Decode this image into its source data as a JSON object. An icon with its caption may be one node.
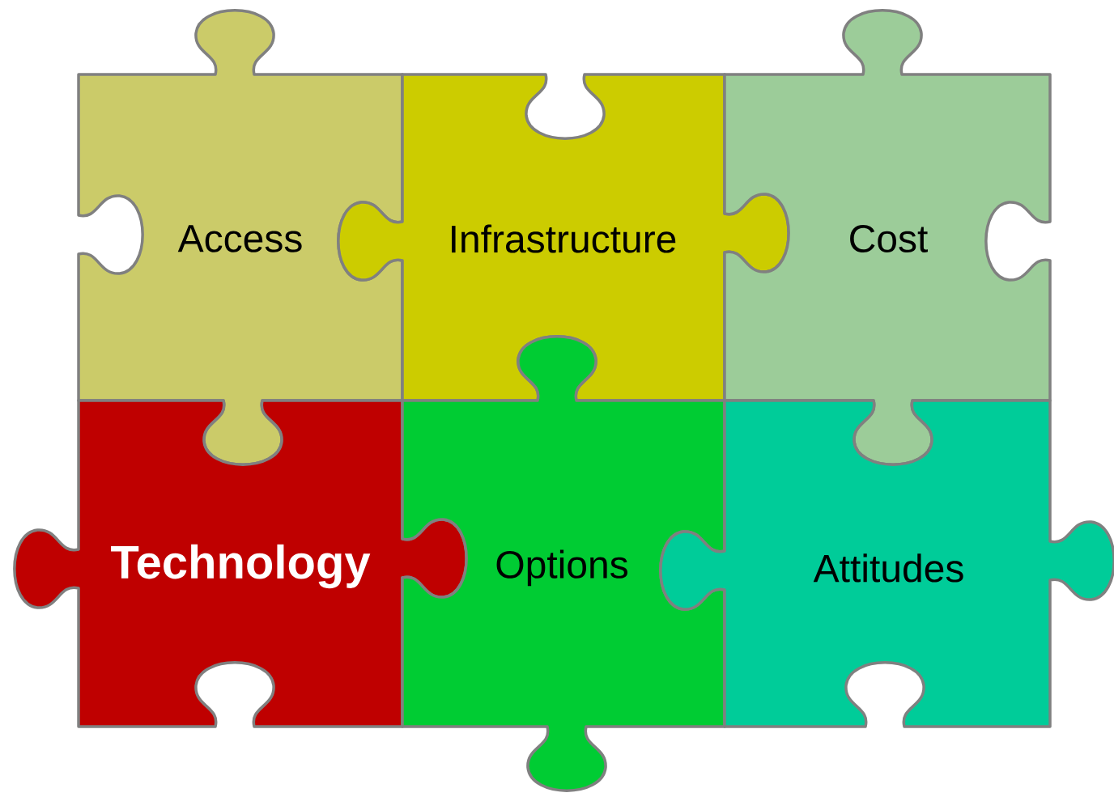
{
  "diagram": {
    "nodes": [
      {
        "text": [
          "Access"
        ]
      },
      {
        "text": [
          "Infrastructure"
        ]
      },
      {
        "text": [
          "Cost"
        ]
      },
      {
        "text": [
          "Technology"
        ]
      },
      {
        "text": [
          "Options"
        ]
      },
      {
        "text": [
          "Attitudes"
        ]
      }
    ]
  }
}
